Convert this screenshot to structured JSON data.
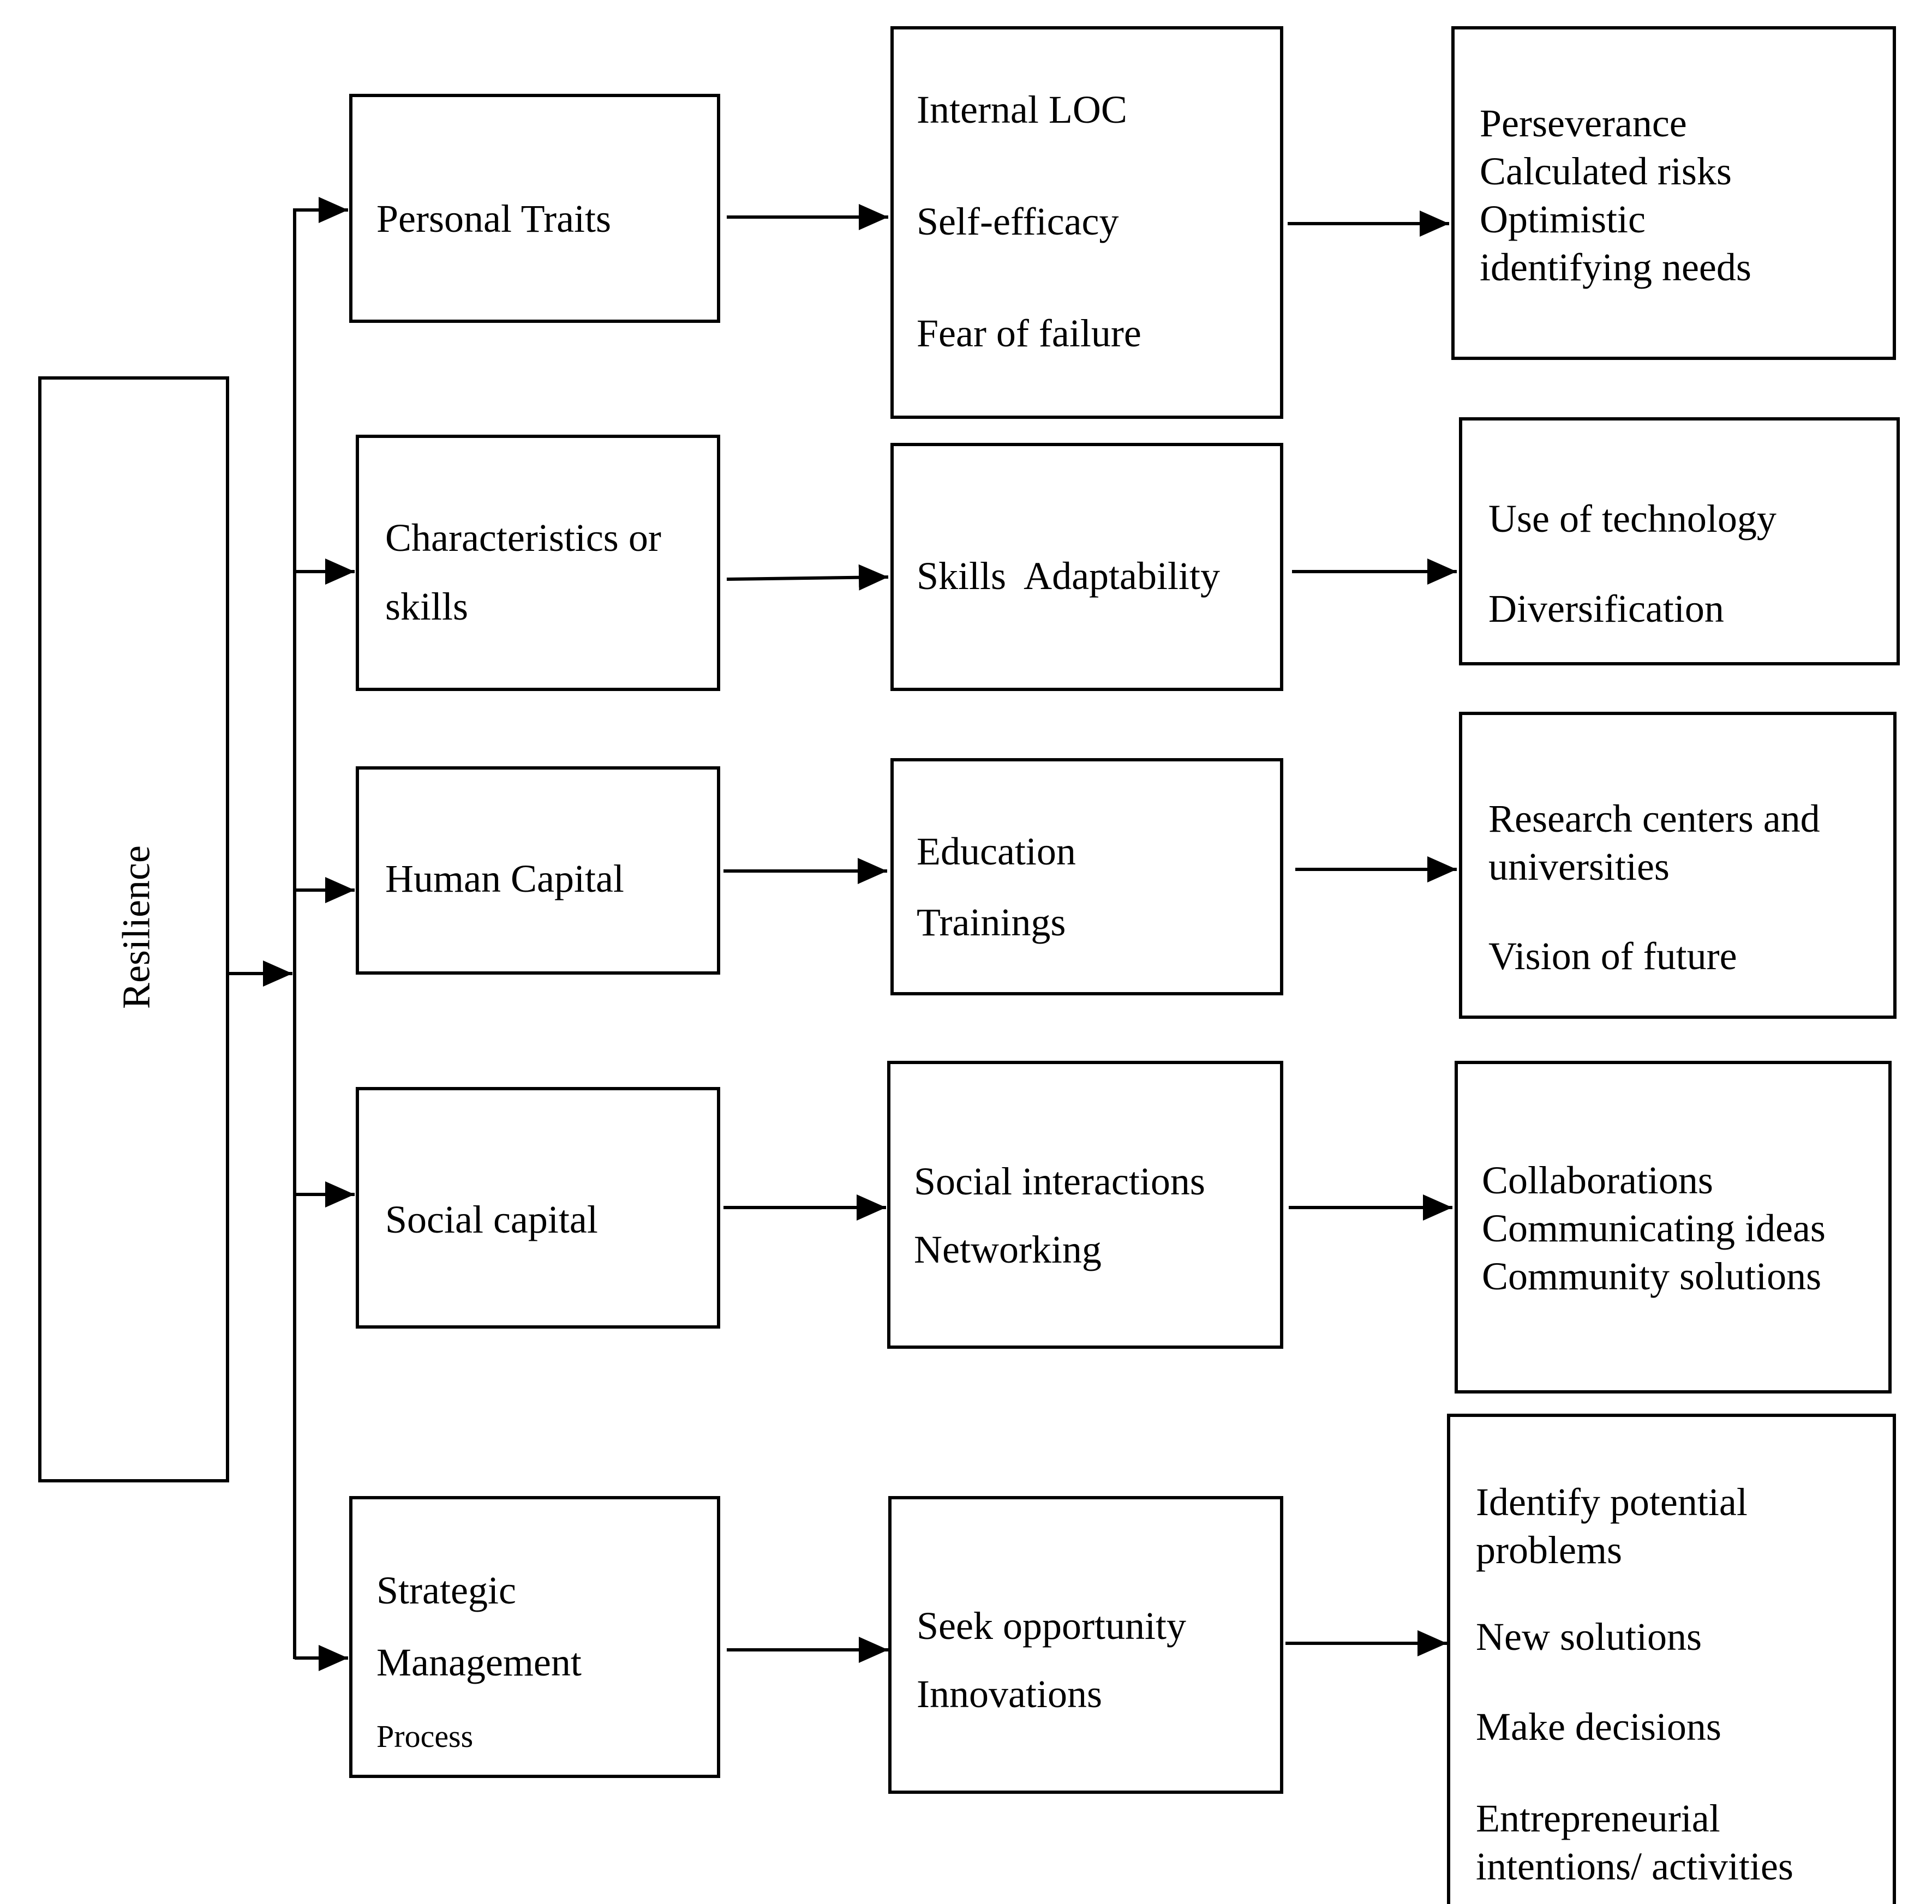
{
  "root": {
    "label": "Resilience"
  },
  "rows": [
    {
      "category": [
        "Personal Traits"
      ],
      "factors": [
        "Internal LOC",
        "Self-efficacy",
        "Fear of failure"
      ],
      "outcomes": [
        "Perseverance",
        "Calculated risks",
        "Optimistic",
        "identifying needs"
      ]
    },
    {
      "category": [
        "Characteristics or",
        "skills"
      ],
      "factors": [
        "Skills  Adaptability"
      ],
      "outcomes": [
        "Use of technology",
        "Diversification"
      ]
    },
    {
      "category": [
        "Human Capital"
      ],
      "factors": [
        "Education",
        "Trainings"
      ],
      "outcomes": [
        "Research centers and",
        "universities",
        "Vision of future"
      ]
    },
    {
      "category": [
        "Social capital"
      ],
      "factors": [
        "Social interactions",
        "Networking"
      ],
      "outcomes": [
        "Collaborations",
        "Communicating ideas",
        "Community solutions"
      ]
    },
    {
      "category": [
        "Strategic",
        "Management",
        "Process"
      ],
      "factors": [
        "Seek opportunity",
        "Innovations"
      ],
      "outcomes": [
        "Identify potential",
        "problems",
        "New solutions",
        "Make decisions",
        "Entrepreneurial",
        "intentions/ activities"
      ]
    }
  ]
}
